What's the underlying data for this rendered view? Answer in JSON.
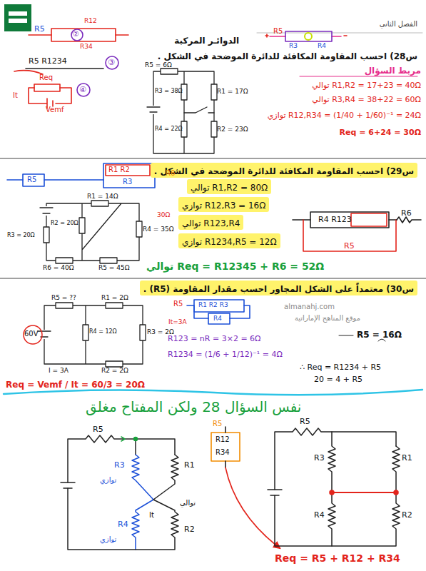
{
  "diagram": {
    "title": "الدوائـر المركبة",
    "nodes": [
      {
        "text": [
          "س29) احسب المقاومة المكافئة للدائرة الموضحة في الشكل ."
        ]
      },
      {
        "text": [
          "توالي R1,R2 = 80Ω"
        ]
      },
      {
        "text": [
          "توازي R12,R3 = 16Ω"
        ]
      },
      {
        "text": [
          "توالي R123,R4"
        ]
      },
      {
        "text": [
          "توازي R1234,R5 = 12Ω"
        ]
      },
      {
        "text": [
          "س30) معتمداً على الشكل المجاور احسب مقدار المقاومة (R5) ."
        ]
      }
    ],
    "labels": [
      "الفصل الثاني",
      "س28) احسب المقاومة المكافئة للدائرة الموضحة في الشكل .",
      "R5 = 6Ω",
      "R3 = 38Ω",
      "R4 = 22Ω",
      "R1 = 17Ω",
      "R2 = 23Ω",
      "R5",
      "R3",
      "R4",
      "مربط السؤال",
      "توالي R1,R2 = 17+23 = 40Ω",
      "توالي R3,R4 = 38+22 = 60Ω",
      "توازي R12,R34 = (1/40 + 1/60)⁻¹ = 24Ω",
      "Req = 6+24 = 30Ω",
      "R5",
      "R12",
      "R34",
      "②",
      "R5 R1234",
      "③",
      "Req",
      "It",
      "Vemf",
      "④",
      "R1 R2",
      "R3",
      "R5",
      "R6",
      "R1 = 14Ω",
      "R2 = 20Ω",
      "R4 = 35Ω",
      "R3 = 20Ω",
      "R6 = 40Ω",
      "R5 = 45Ω",
      "30Ω",
      "R4 R123",
      "R5",
      "R6",
      "توالي Req = R12345 + R6 = 52Ω",
      "R5 = ??",
      "R1 = 2Ω",
      "R4 = 12Ω",
      "R3 = 2Ω",
      "R2 = 2Ω",
      "60V",
      "I = 3A",
      "R5",
      "R1 R2 R3",
      "R4",
      "It=3A",
      "R5 = 16Ω",
      "R123 = nR = 3×2 = 6Ω",
      "R1234 = (1/6 + 1/12)⁻¹ = 4Ω",
      "∴ Req = R1234 + R5",
      "20 = 4 + R5",
      "Req = Vemf / It = 60/3 = 20Ω",
      "almanahj.com",
      "موقع المناهج الإماراتية",
      "نفس السؤال 28 ولكن المفتاح مغلق",
      "R5",
      "R3",
      "توازي",
      "R1",
      "توالي",
      "It",
      "R4",
      "توازي",
      "R2",
      "R5",
      "R12",
      "R34",
      "R5",
      "R3",
      "R1",
      "R4",
      "R2",
      "Req = R5 + R12 + R34"
    ]
  }
}
